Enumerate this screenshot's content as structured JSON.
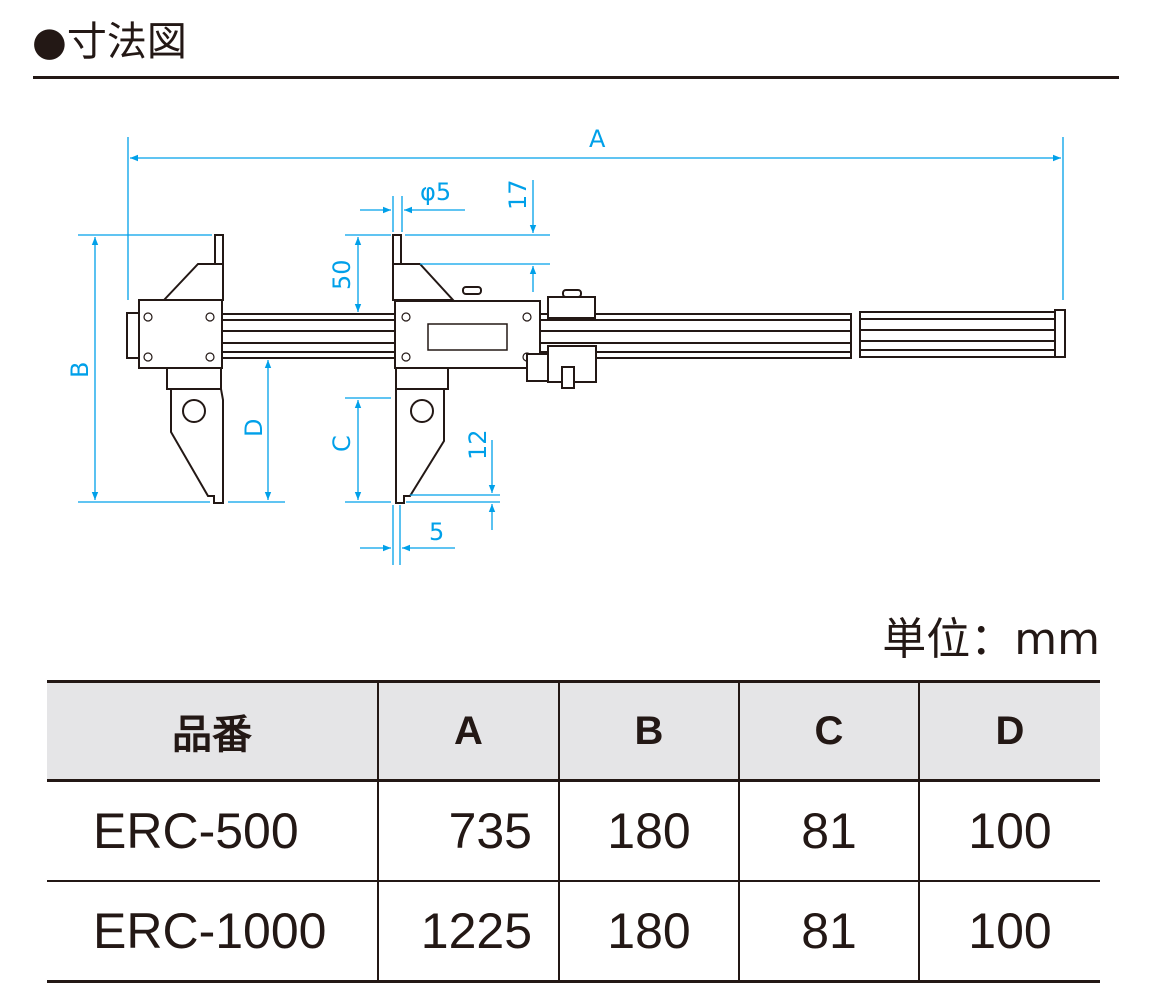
{
  "title": "●寸法図",
  "diagram": {
    "labels": {
      "A": "A",
      "B": "B",
      "C": "C",
      "D": "D",
      "d50": "50",
      "d17": "17",
      "phi5": "φ5",
      "d12": "12",
      "d5": "5"
    },
    "accent_color": "#00a0e9",
    "line_color": "#231815"
  },
  "unit": "単位：mm",
  "table": {
    "headers": [
      "品番",
      "A",
      "B",
      "C",
      "D"
    ],
    "rows": [
      [
        "ERC-500",
        "735",
        "180",
        "81",
        "100"
      ],
      [
        "ERC-1000",
        "1225",
        "180",
        "81",
        "100"
      ]
    ]
  }
}
